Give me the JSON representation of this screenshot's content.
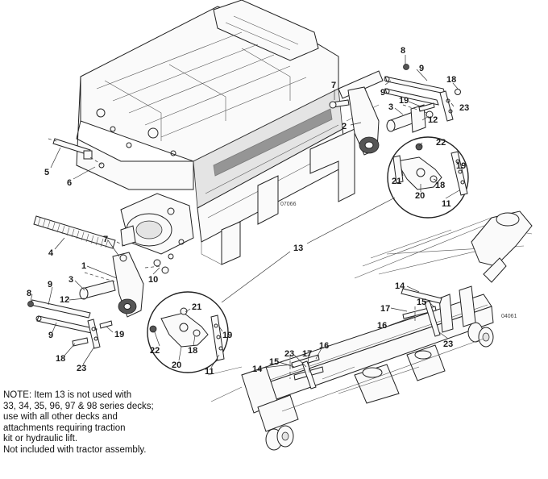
{
  "figure": {
    "upper_figure_number": "07066",
    "lower_figure_number": "04061"
  },
  "callouts": {
    "upper_right": {
      "c8": "8",
      "c9a": "9",
      "c9b": "9",
      "c7": "7",
      "c18": "18",
      "c3": "3",
      "c19": "19",
      "c2": "2",
      "c12": "12",
      "c23": "23"
    },
    "upper_right_circle": {
      "c22": "22",
      "c21": "21",
      "c19": "19",
      "c18": "18",
      "c20": "20",
      "c11": "11"
    },
    "upper_left": {
      "c5": "5",
      "c6": "6",
      "c4": "4"
    },
    "lower_left": {
      "c7": "7",
      "c1": "1",
      "c3": "3",
      "c10": "10",
      "c8": "8",
      "c9a": "9",
      "c12": "12",
      "c9b": "9",
      "c19": "19",
      "c18": "18",
      "c23": "23"
    },
    "lower_left_circle": {
      "c21": "21",
      "c19": "19",
      "c22": "22",
      "c18": "18",
      "c20": "20",
      "c11": "11"
    },
    "center": {
      "c13": "13"
    },
    "deck": {
      "c14a": "14",
      "c15a": "15",
      "c17a": "17",
      "c16a": "16",
      "c23a": "23",
      "c14b": "14",
      "c15b": "15",
      "c23b": "23",
      "c17b": "17",
      "c16b": "16"
    }
  },
  "note": {
    "lines": [
      "NOTE:  Item 13 is not used with",
      "33, 34, 35, 96, 97 & 98 series decks;",
      "use with all other decks and",
      "attachments requiring traction",
      "kit or hydraulic lift.",
      "Not included with tractor assembly."
    ]
  }
}
